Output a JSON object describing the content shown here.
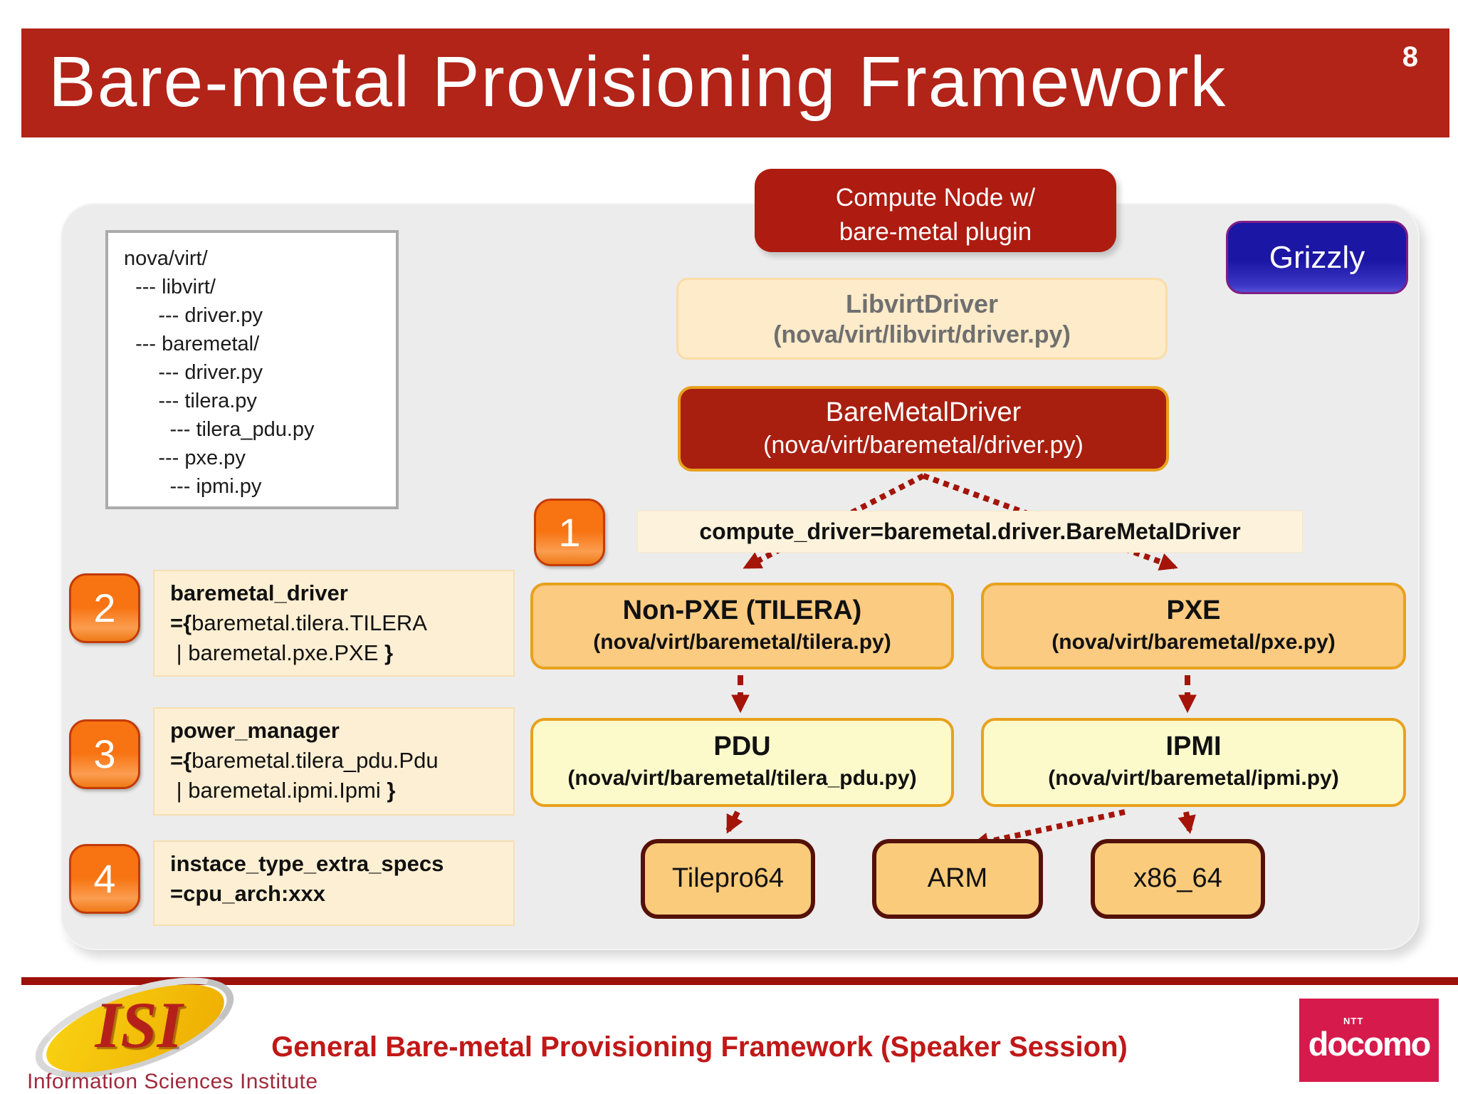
{
  "header": {
    "title": "Bare-metal Provisioning Framework",
    "page_number": "8"
  },
  "badges": {
    "release": "Grizzly"
  },
  "compute_node": {
    "line1": "Compute Node w/",
    "line2": "bare-metal plugin"
  },
  "file_tree": {
    "lines": [
      "nova/virt/",
      "  --- libvirt/",
      "      --- driver.py",
      "  --- baremetal/",
      "      --- driver.py",
      "      --- tilera.py",
      "        --- tilera_pdu.py",
      "      --- pxe.py",
      "        --- ipmi.py"
    ]
  },
  "driver_boxes": {
    "libvirt": {
      "title": "LibvirtDriver",
      "path": "(nova/virt/libvirt/driver.py)"
    },
    "baremetal": {
      "title": "BareMetalDriver",
      "path": "(nova/virt/baremetal/driver.py)"
    },
    "nonpxe": {
      "title": "Non-PXE (TILERA)",
      "path": "(nova/virt/baremetal/tilera.py)"
    },
    "pxe": {
      "title": "PXE",
      "path": "(nova/virt/baremetal/pxe.py)"
    },
    "pdu": {
      "title": "PDU",
      "path": "(nova/virt/baremetal/tilera_pdu.py)"
    },
    "ipmi": {
      "title": "IPMI",
      "path": "(nova/virt/baremetal/ipmi.py)"
    }
  },
  "arch_chips": {
    "tilepro": "Tilepro64",
    "arm": "ARM",
    "x86": "x86_64"
  },
  "steps": {
    "one": {
      "num": "1",
      "text": "compute_driver=baremetal.driver.BareMetalDriver"
    },
    "two": {
      "num": "2",
      "title": "baremetal_driver",
      "eq": "={",
      "value1": "baremetal.tilera.TILERA",
      "value2": " | baremetal.pxe.PXE ",
      "brace": "}"
    },
    "three": {
      "num": "3",
      "title": "power_manager",
      "eq": "={",
      "value1": "baremetal.tilera_pdu.Pdu",
      "value2": " | baremetal.ipmi.Ipmi ",
      "brace": "}"
    },
    "four": {
      "num": "4",
      "title": "instace_type_extra_specs",
      "value1": "=cpu_arch:xxx"
    }
  },
  "footer": {
    "session_title": "General Bare-metal Provisioning Framework (Speaker Session)",
    "isi": {
      "logo": "ISI",
      "caption": "Information Sciences Institute"
    },
    "docomo": {
      "ntt": "NTT",
      "name": "docomo"
    }
  },
  "colors": {
    "title_bar_red": "#B22318",
    "dark_red_box": "#AE1B10",
    "gold_border": "#E8A11D",
    "orange_box": "#FACB81",
    "pale_yellow_box": "#FCFACB",
    "cream_box": "#FDEFD3",
    "arrow_red": "#A41408",
    "grizzly_blue": "#1C17A8",
    "grizzly_border_purple": "#7D1F85",
    "chip_border_maroon": "#551108",
    "footer_red": "#9C1108",
    "docomo_crimson": "#D61A4C"
  }
}
